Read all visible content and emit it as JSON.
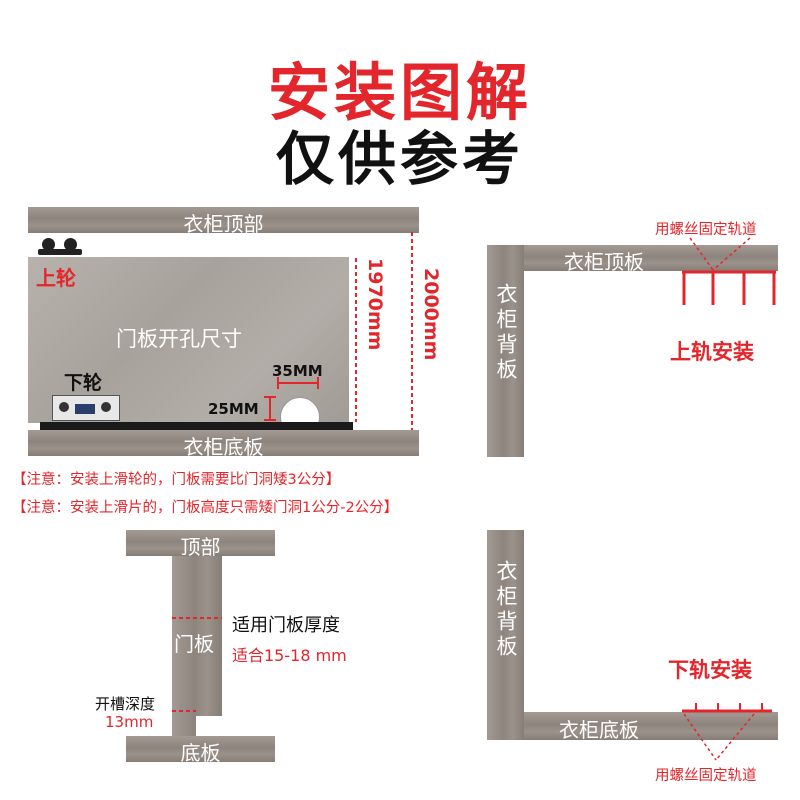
{
  "header": {
    "title": "安装图解",
    "subtitle": "仅供参考"
  },
  "main_diagram": {
    "top_panel": "衣柜顶部",
    "bottom_panel": "衣柜底板",
    "upper_wheel": "上轮",
    "lower_wheel": "下轮",
    "door_label": "门板开孔尺寸",
    "dim_35": "35MM",
    "dim_25": "25MM",
    "dim_1970": "1970mm",
    "dim_2000": "2000mm"
  },
  "notes": [
    "【注意：安装上滑轮的，门板需要比门洞矮3公分】",
    "【注意：安装上滑片的，门板高度只需矮门洞1公分-2公分】"
  ],
  "top_rail": {
    "top_board": "衣柜顶板",
    "back_board": "衣柜背板",
    "screw_note": "用螺丝固定轨道",
    "caption": "上轨安装"
  },
  "bottom_rail": {
    "bottom_board": "衣柜底板",
    "back_board": "衣柜背板",
    "screw_note": "用螺丝固定轨道",
    "caption": "下轨安装"
  },
  "thickness": {
    "top": "顶部",
    "door": "门板",
    "bottom": "底板",
    "fit_label": "适用门板厚度",
    "fit_value": "适合15-18 mm",
    "groove_label": "开槽深度",
    "groove_value": "13mm"
  }
}
